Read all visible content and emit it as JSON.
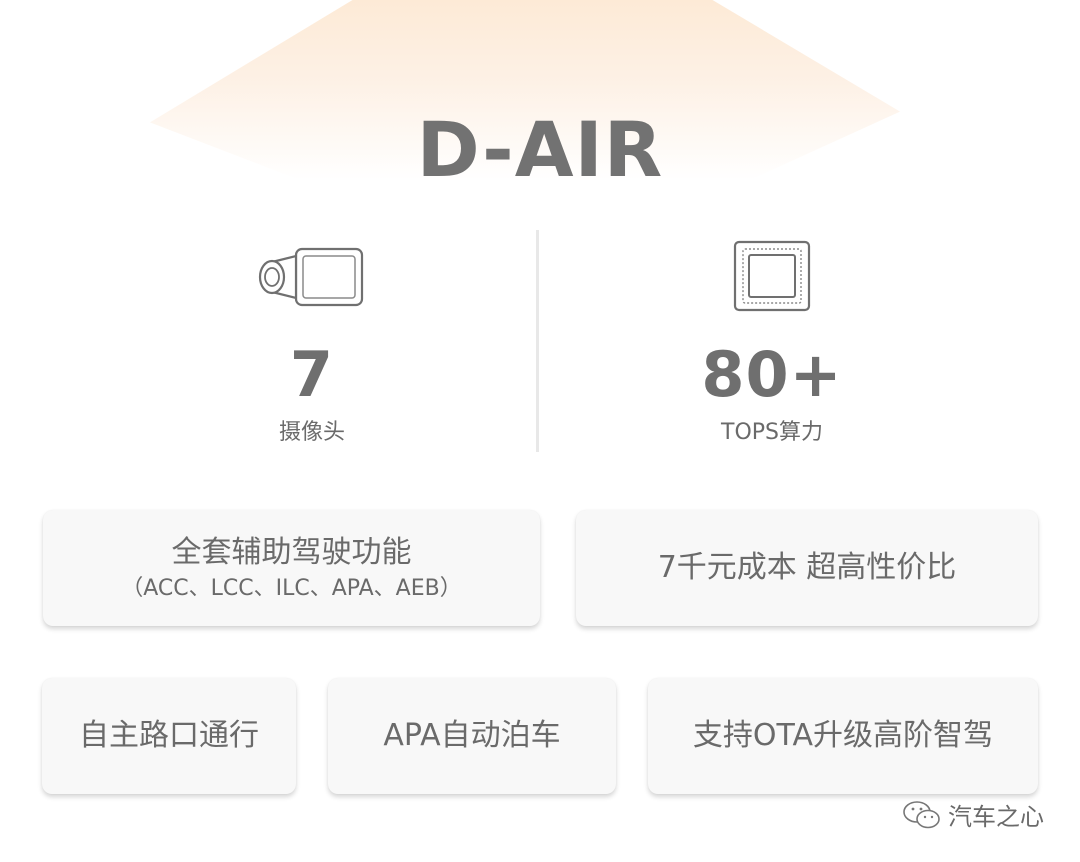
{
  "title": "D-AIR",
  "specs": [
    {
      "icon": "camera-icon",
      "value": "7",
      "label": "摄像头"
    },
    {
      "icon": "chip-icon",
      "value": "80+",
      "label": "TOPS算力"
    }
  ],
  "features": [
    {
      "main": "全套辅助驾驶功能",
      "sub": "（ACC、LCC、ILC、APA、AEB）"
    },
    {
      "main": "7千元成本 超高性价比"
    },
    {
      "main": "自主路口通行"
    },
    {
      "main": "APA自动泊车"
    },
    {
      "main": "支持OTA升级高阶智驾"
    }
  ],
  "watermark": {
    "icon": "wechat-icon",
    "text": "汽车之心"
  }
}
